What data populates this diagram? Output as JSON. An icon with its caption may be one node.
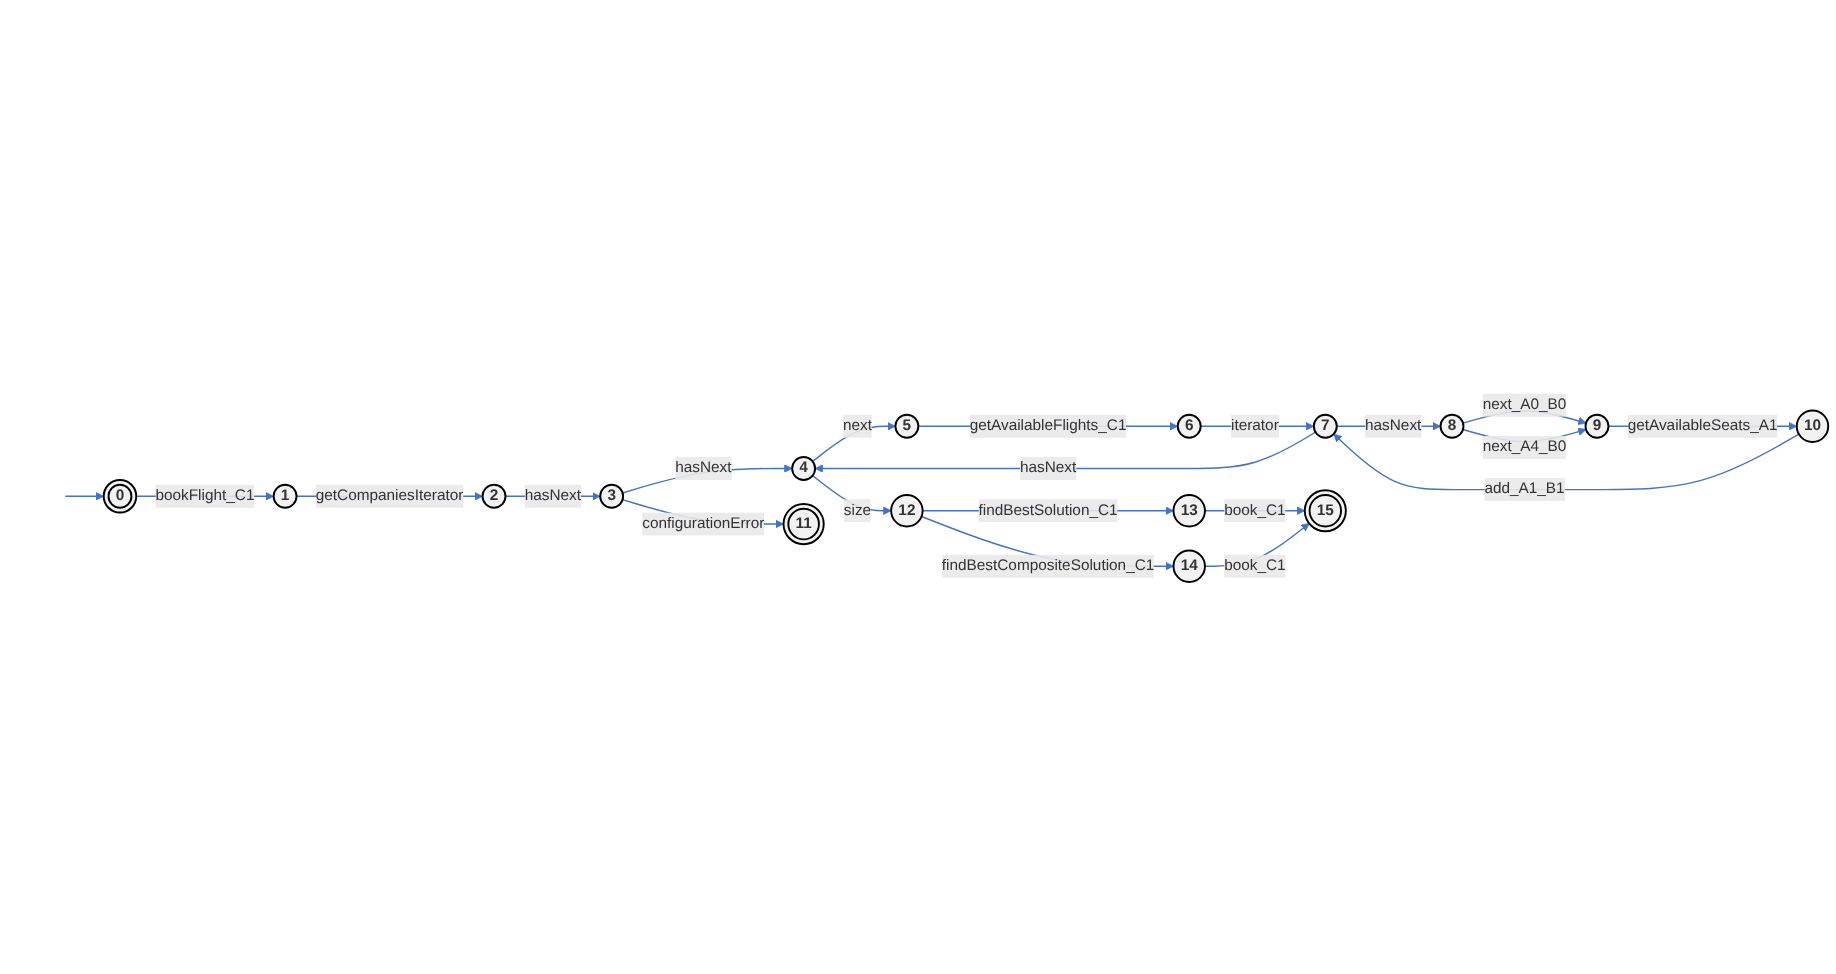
{
  "diagram": {
    "nodes": [
      {
        "text": [
          "0"
        ]
      },
      {
        "text": [
          "1"
        ]
      },
      {
        "text": [
          "2"
        ]
      },
      {
        "text": [
          "3"
        ]
      },
      {
        "text": [
          "4"
        ]
      },
      {
        "text": [
          "5"
        ]
      },
      {
        "text": [
          "6"
        ]
      },
      {
        "text": [
          "7"
        ]
      },
      {
        "text": [
          "8"
        ]
      },
      {
        "text": [
          "9"
        ]
      },
      {
        "text": [
          "10"
        ]
      },
      {
        "text": [
          "11"
        ]
      },
      {
        "text": [
          "12"
        ]
      },
      {
        "text": [
          "13"
        ]
      },
      {
        "text": [
          "14"
        ]
      },
      {
        "text": [
          "15"
        ]
      }
    ],
    "edges": [
      {
        "from": null,
        "to": 0,
        "arrow": "to"
      },
      {
        "from": 0,
        "to": 1,
        "arrow": "to",
        "label": "bookFlight_C1"
      },
      {
        "from": 1,
        "to": 2,
        "arrow": "to",
        "label": "getCompaniesIterator"
      },
      {
        "from": 2,
        "to": 3,
        "arrow": "to",
        "label": "hasNext"
      },
      {
        "from": 3,
        "to": 4,
        "arrow": "to",
        "label": "hasNext"
      },
      {
        "from": 4,
        "to": 5,
        "arrow": "to",
        "label": "next"
      },
      {
        "from": 5,
        "to": 6,
        "arrow": "to",
        "label": "getAvailableFlights_C1"
      },
      {
        "from": 3,
        "to": 11,
        "arrow": "to",
        "label": "configurationError"
      },
      {
        "from": 4,
        "to": 12,
        "arrow": "to",
        "label": "size"
      },
      {
        "from": 6,
        "to": 7,
        "arrow": "to",
        "label": "iterator"
      },
      {
        "from": 7,
        "to": 4,
        "arrow": "to",
        "label": "hasNext"
      },
      {
        "from": 10,
        "to": 7,
        "arrow": "to",
        "label": "add_A1_B1"
      },
      {
        "from": 7,
        "to": 8,
        "arrow": "to",
        "label": "hasNext"
      },
      {
        "from": 8,
        "to": 9,
        "arrow": "to",
        "label": "next_A0_B0"
      },
      {
        "from": 8,
        "to": 9,
        "arrow": "to",
        "label": "next_A4_B0"
      },
      {
        "from": 9,
        "to": 10,
        "arrow": "to",
        "label": "getAvailableSeats_A1"
      },
      {
        "from": 12,
        "to": 13,
        "arrow": "to",
        "label": "findBestSolution_C1"
      },
      {
        "from": 12,
        "to": 14,
        "arrow": "to",
        "label": "findBestCompositeSolution_C1"
      },
      {
        "from": 13,
        "to": 15,
        "arrow": "to",
        "label": "book_C1"
      },
      {
        "from": 14,
        "to": 15,
        "arrow": "to",
        "label": "book_C1"
      }
    ]
  }
}
